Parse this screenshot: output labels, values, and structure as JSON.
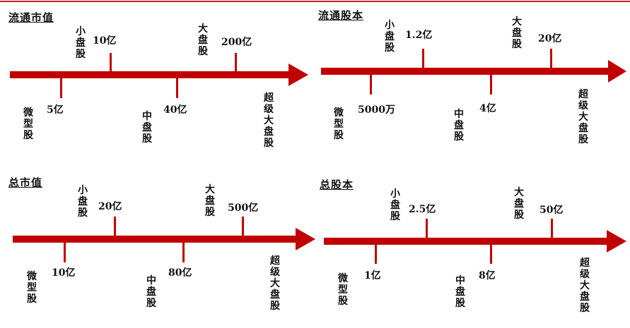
{
  "arrow_color": "#c00000",
  "panels": [
    {
      "title": "流通市值",
      "thresholds": [
        "5亿",
        "10亿",
        "40亿",
        "200亿"
      ],
      "categories": [
        "微型股",
        "小盘股",
        "中盘股",
        "大盘股",
        "超级大盘股"
      ]
    },
    {
      "title": "流通股本",
      "thresholds": [
        "5000万",
        "1.2亿",
        "4亿",
        "20亿"
      ],
      "categories": [
        "微型股",
        "小盘股",
        "中盘股",
        "大盘股",
        "超级大盘股"
      ]
    },
    {
      "title": "总市值",
      "thresholds": [
        "10亿",
        "20亿",
        "80亿",
        "500亿"
      ],
      "categories": [
        "微型股",
        "小盘股",
        "中盘股",
        "大盘股",
        "超级大盘股"
      ]
    },
    {
      "title": "总股本",
      "thresholds": [
        "1亿",
        "2.5亿",
        "8亿",
        "50亿"
      ],
      "categories": [
        "微型股",
        "小盘股",
        "中盘股",
        "大盘股",
        "超级大盘股"
      ]
    }
  ]
}
